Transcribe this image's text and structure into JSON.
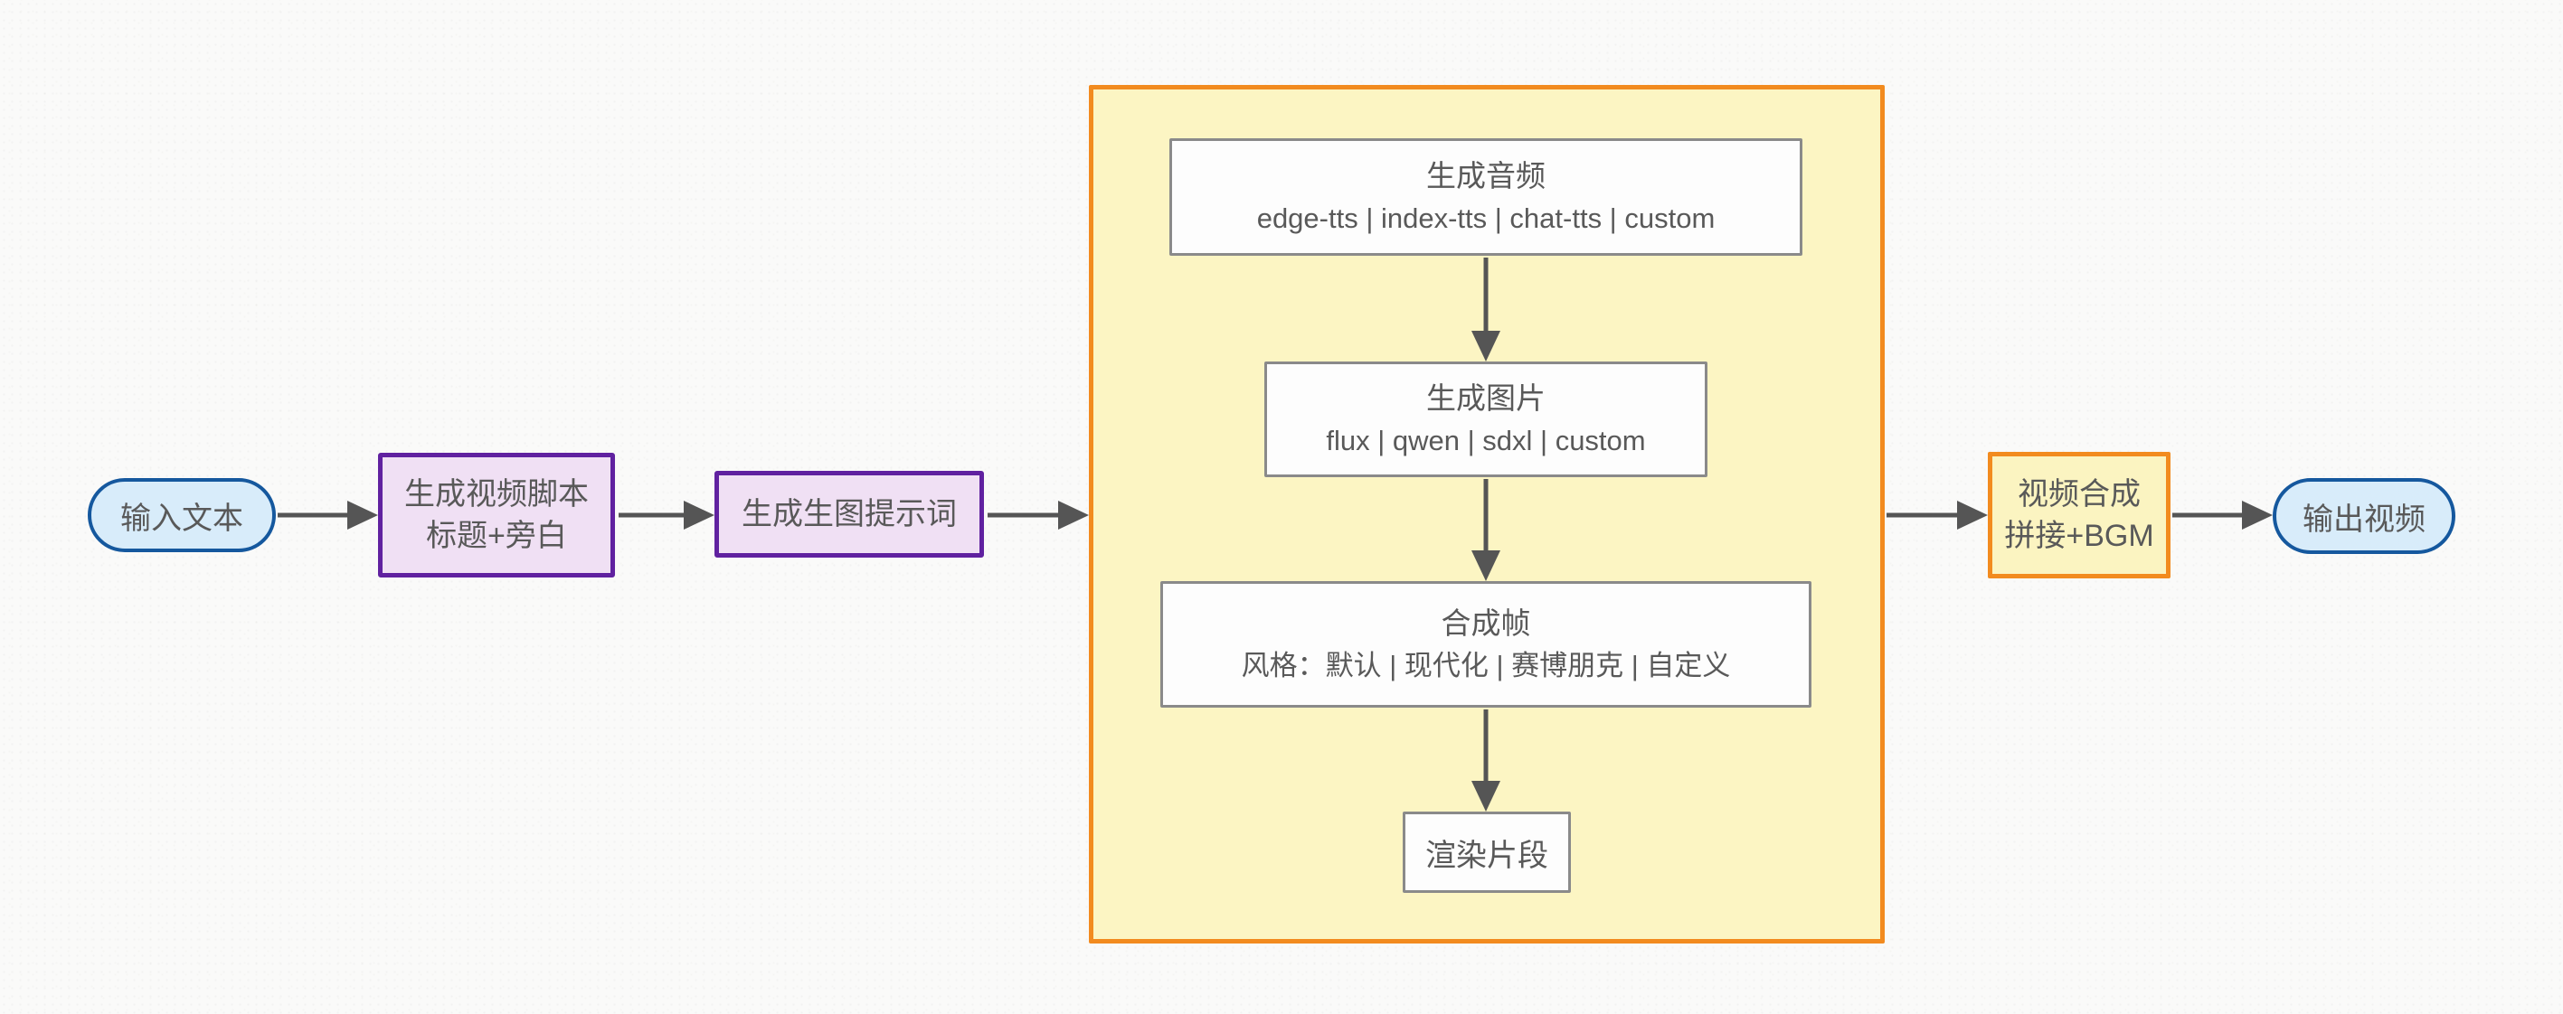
{
  "diagram": {
    "type": "flowchart",
    "direction": "left-to-right",
    "nodes": {
      "input": {
        "shape": "stadium",
        "label": "输入文本"
      },
      "script": {
        "shape": "rect",
        "line1": "生成视频脚本",
        "line2": "标题+旁白"
      },
      "prompt": {
        "shape": "rect",
        "label": "生成生图提示词"
      },
      "audio": {
        "shape": "rect",
        "title": "生成音频",
        "options": "edge-tts | index-tts | chat-tts | custom"
      },
      "image": {
        "shape": "rect",
        "title": "生成图片",
        "options": "flux | qwen | sdxl | custom"
      },
      "frame": {
        "shape": "rect",
        "title": "合成帧",
        "options": "风格：默认 | 现代化 | 赛博朋克 | 自定义"
      },
      "render": {
        "shape": "rect",
        "label": "渲染片段"
      },
      "compose": {
        "shape": "rect",
        "line1": "视频合成",
        "line2": "拼接+BGM"
      },
      "output": {
        "shape": "stadium",
        "label": "输出视频"
      }
    },
    "edges": [
      {
        "from": "input",
        "to": "script"
      },
      {
        "from": "script",
        "to": "prompt"
      },
      {
        "from": "prompt",
        "to": "subgraph"
      },
      {
        "from": "audio",
        "to": "image"
      },
      {
        "from": "image",
        "to": "frame"
      },
      {
        "from": "frame",
        "to": "render"
      },
      {
        "from": "subgraph",
        "to": "compose"
      },
      {
        "from": "compose",
        "to": "output"
      }
    ],
    "colors": {
      "background": "#fafaf9",
      "text": "#595959",
      "arrow": "#555555",
      "stadium_fill": "#d8ecfa",
      "stadium_border": "#15589e",
      "process_fill": "#f0e0f4",
      "process_border": "#6021a0",
      "subgraph_fill": "#fcf5c3",
      "subgraph_border": "#f28b1f",
      "step_fill": "#fdfdfd",
      "step_border": "#8a8a8a"
    }
  }
}
